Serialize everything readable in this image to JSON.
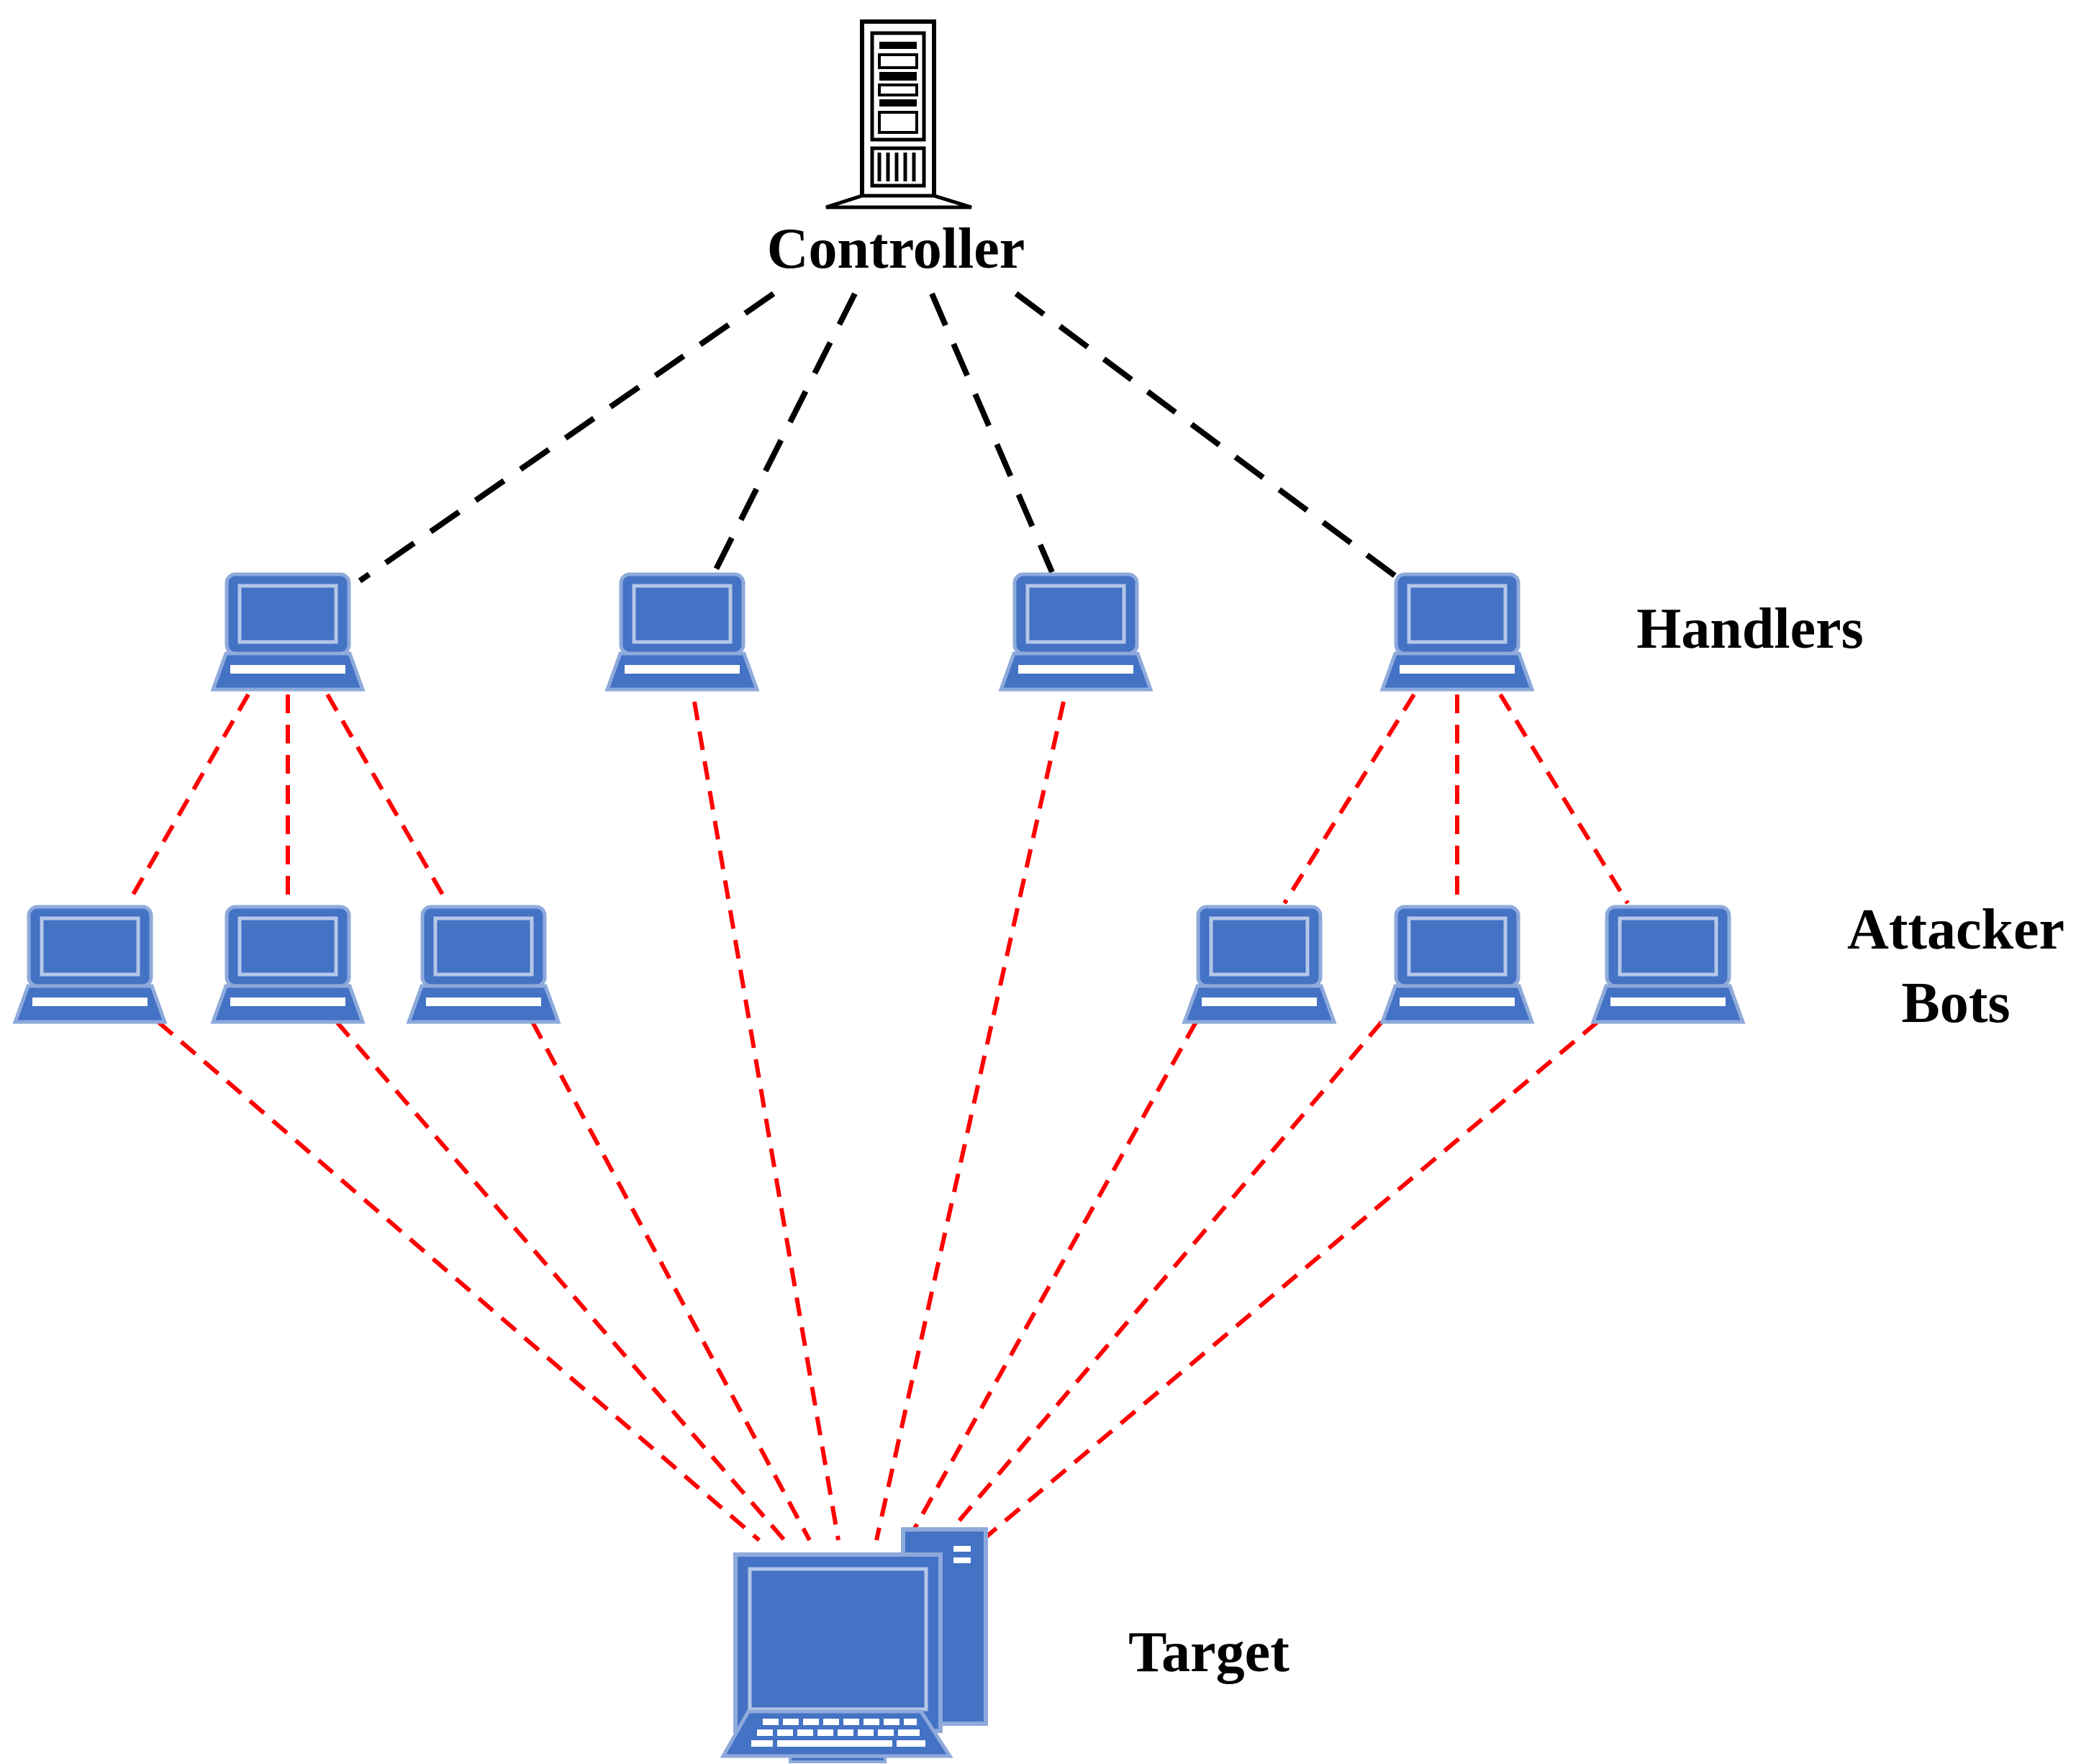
{
  "labels": {
    "controller": "Controller",
    "handlers": "Handlers",
    "attacker_line1": "Attacker",
    "attacker_line2": "Bots",
    "target": "Target"
  },
  "nodes": {
    "controller": {
      "icon": "server-tower-icon",
      "label_key": "controller"
    },
    "handlers": [
      {
        "icon": "laptop-icon"
      },
      {
        "icon": "laptop-icon"
      },
      {
        "icon": "laptop-icon"
      },
      {
        "icon": "laptop-icon"
      }
    ],
    "bots": [
      {
        "icon": "laptop-icon",
        "handler": 0
      },
      {
        "icon": "laptop-icon",
        "handler": 0
      },
      {
        "icon": "laptop-icon",
        "handler": 0
      },
      {
        "icon": "laptop-icon",
        "handler": 3
      },
      {
        "icon": "laptop-icon",
        "handler": 3
      },
      {
        "icon": "laptop-icon",
        "handler": 3
      }
    ],
    "target": {
      "icon": "desktop-computer-icon"
    }
  },
  "edges": {
    "controller_to_handlers": {
      "style": "dashed",
      "color": "#000000",
      "targets": [
        0,
        1,
        2,
        3
      ]
    },
    "handler_to_bots": {
      "style": "dashed",
      "color": "#ff0000",
      "pairs": [
        [
          0,
          0
        ],
        [
          0,
          1
        ],
        [
          0,
          2
        ],
        [
          3,
          3
        ],
        [
          3,
          4
        ],
        [
          3,
          5
        ]
      ]
    },
    "to_target": {
      "style": "dashed",
      "color": "#ff0000",
      "from_handlers": [
        1,
        2
      ],
      "from_bots": [
        0,
        1,
        2,
        3,
        4,
        5
      ]
    }
  },
  "colors": {
    "device_fill": "#4472c4",
    "device_stroke": "#8eaadb",
    "attack_line": "#ff0000",
    "control_line": "#000000"
  }
}
